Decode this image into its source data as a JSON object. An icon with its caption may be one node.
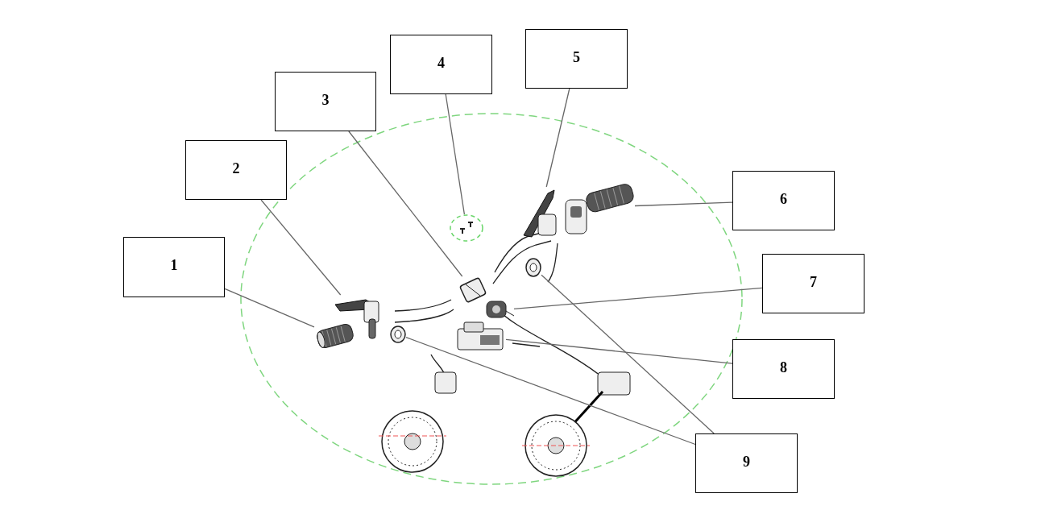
{
  "diagram": {
    "nodes": [
      {
        "text": [
          "1"
        ]
      },
      {
        "text": [
          "2"
        ]
      },
      {
        "text": [
          "3"
        ]
      },
      {
        "text": [
          "4"
        ]
      },
      {
        "text": [
          "5"
        ]
      },
      {
        "text": [
          "6"
        ]
      },
      {
        "text": [
          "7"
        ]
      },
      {
        "text": [
          "8"
        ]
      },
      {
        "text": [
          "9"
        ]
      },
      {
        "text": [],
        "shape": "picture"
      },
      {
        "text": [],
        "shape": "picture"
      },
      {
        "text": [],
        "shape": "picture"
      },
      {
        "text": [],
        "shape": "picture"
      },
      {
        "text": [],
        "shape": "picture"
      },
      {
        "text": [],
        "shape": "picture"
      },
      {
        "text": [],
        "shape": "picture"
      },
      {
        "text": [],
        "shape": "picture"
      },
      {
        "text": [],
        "shape": "picture"
      },
      {
        "text": [],
        "shape": "picture"
      }
    ],
    "edges": [
      {
        "from": 0,
        "to": 9,
        "arrow": "none"
      },
      {
        "from": 1,
        "to": 10,
        "arrow": "none"
      },
      {
        "from": 2,
        "to": 11,
        "arrow": "none"
      },
      {
        "from": 3,
        "to": 12,
        "arrow": "none"
      },
      {
        "from": 4,
        "to": 13,
        "arrow": "none"
      },
      {
        "from": 5,
        "to": 14,
        "arrow": "none"
      },
      {
        "from": 6,
        "to": 15,
        "arrow": "none"
      },
      {
        "from": 7,
        "to": 16,
        "arrow": "none"
      },
      {
        "from": 8,
        "to": 17,
        "arrow": "none"
      },
      {
        "from": 8,
        "to": 18,
        "arrow": "none"
      }
    ]
  }
}
